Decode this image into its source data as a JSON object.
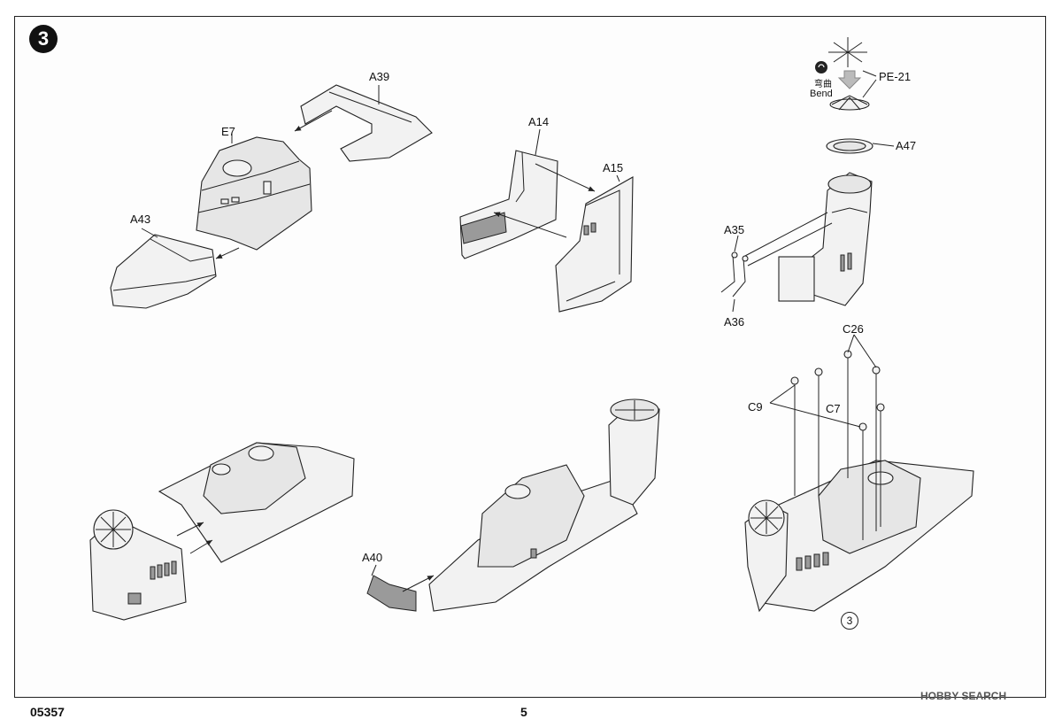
{
  "step": {
    "number": "3"
  },
  "labels": {
    "e7": "E7",
    "a39": "A39",
    "a43": "A43",
    "a14": "A14",
    "a15": "A15",
    "pe21": "PE-21",
    "a47": "A47",
    "a35": "A35",
    "a36": "A36",
    "c26": "C26",
    "c9": "C9",
    "c7": "C7",
    "a40": "A40"
  },
  "bend_note": {
    "cn": "弯曲",
    "en": "Bend"
  },
  "sub_step": "3",
  "footer": {
    "code": "05357",
    "page": "5"
  },
  "watermark": "HOBBY SEARCH"
}
